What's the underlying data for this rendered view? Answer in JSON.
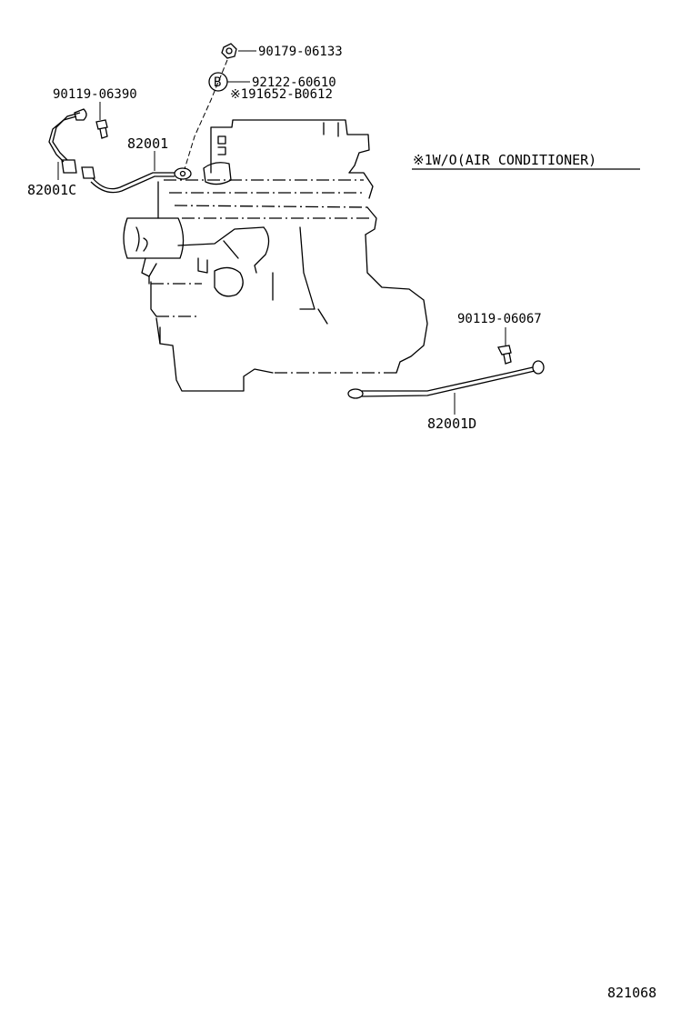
{
  "parts": {
    "nut_top": "90179-06133",
    "bolt_b": "92122-60610",
    "bolt_b_alt": "※191652-B0612",
    "bolt_left": "90119-06390",
    "cable_main": "82001",
    "cable_c": "82001C",
    "bolt_right": "90119-06067",
    "cable_d": "82001D"
  },
  "callout_b": "B",
  "note": "※1W/O(AIR CONDITIONER)",
  "figure_id": "821068"
}
